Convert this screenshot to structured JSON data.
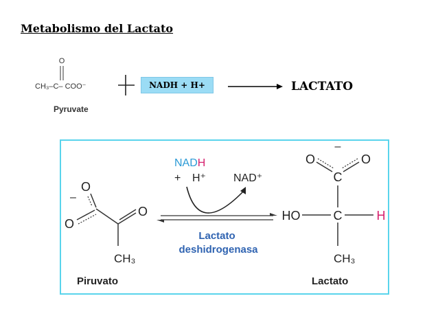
{
  "title": "Metabolismo del Lactato",
  "top_equation": {
    "pyruvate_formula": "CH₃–C– COO⁻",
    "pyruvate_carbonyl_o": "O",
    "pyruvate_label": "Pyruvate",
    "plus_sign": "+",
    "nadh_box": "NADH + H+",
    "product": "LACTATO"
  },
  "reaction": {
    "cofactor_nadh": "NAD",
    "cofactor_nadh_h": "H",
    "proton_plus": "+",
    "proton": "H⁺",
    "cofactor_nad": "NAD⁺",
    "enzyme_line1": "Lactato",
    "enzyme_line2": "deshidrogenasa",
    "piruvato_label": "Piruvato",
    "lactato_label": "Lactato",
    "colors": {
      "frame": "#59d4ec",
      "enzyme": "#2f63b1",
      "nadh": "#2a9ad6",
      "hydrogen": "#d6216e"
    },
    "piruvato_atoms": {
      "o_top": "O",
      "o_left": "O",
      "o_ketone": "O",
      "charge": "–",
      "ch3": "CH₃"
    },
    "lactato_atoms": {
      "o_left": "O",
      "o_right": "O",
      "c_carboxyl": "C",
      "c_central": "C",
      "ho": "HO",
      "h": "H",
      "charge": "–",
      "ch3": "CH₃"
    }
  }
}
